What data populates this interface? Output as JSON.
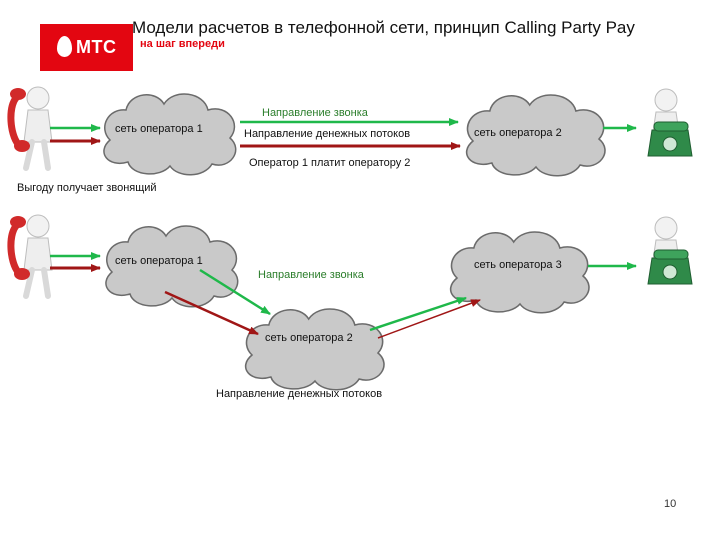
{
  "title": "Модели расчетов в телефонной сети, принцип Calling Party Pay",
  "logo": {
    "name": "МТС",
    "slogan": "на шаг впереди",
    "brand_color": "#e30611"
  },
  "scheme1": {
    "cloud_left": "сеть оператора 1",
    "cloud_right": "сеть оператора 2",
    "call_direction": "Направление звонка",
    "money_direction": "Направление денежных потоков",
    "payment_note": "Оператор 1 платит оператору 2"
  },
  "benefit_note": "Выгоду получает звонящий",
  "scheme2": {
    "cloud_left": "сеть оператора 1",
    "cloud_right": "сеть оператора 3",
    "cloud_bottom": "сеть оператора 2",
    "call_direction": "Направление звонка",
    "money_direction": "Направление денежных потоков"
  },
  "colors": {
    "call_arrow": "#1fb84a",
    "money_arrow": "#a01616",
    "cloud_fill": "#c9c9c9",
    "cloud_stroke": "#6b6b6b"
  },
  "page_number": "10"
}
